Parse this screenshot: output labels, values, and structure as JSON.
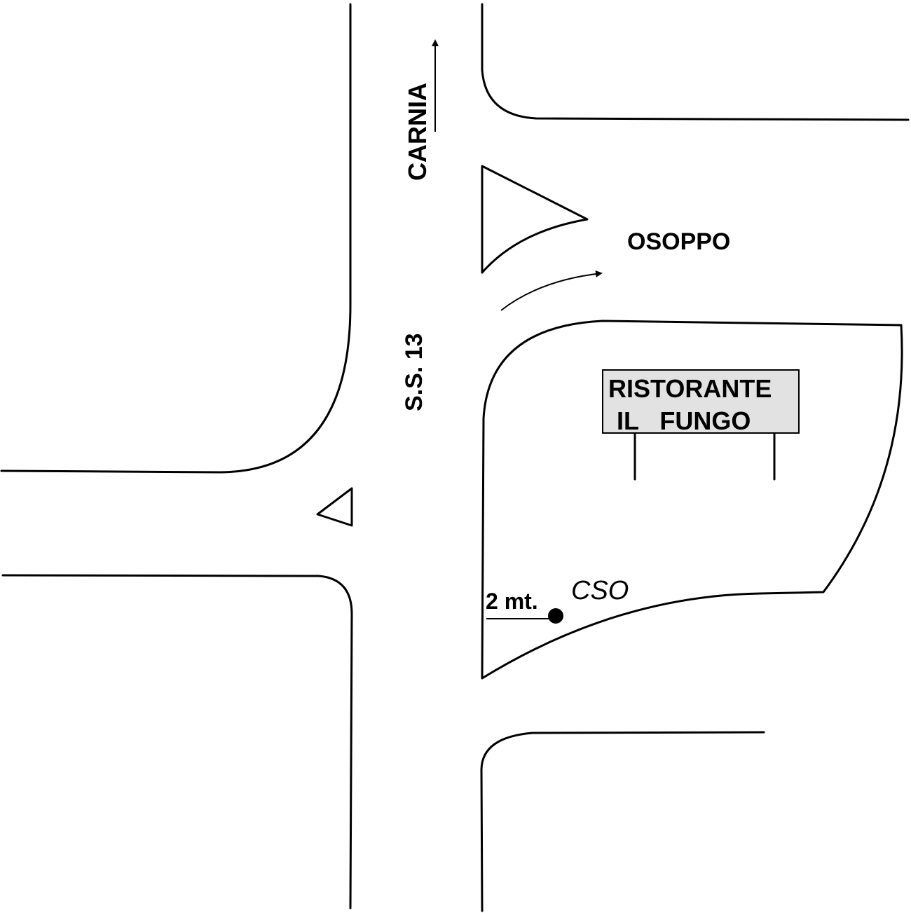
{
  "labels": {
    "carnia": "CARNIA",
    "osoppo": "OSOPPO",
    "road": "S.S. 13",
    "sign_line1": "RISTORANTE",
    "sign_line2": "IL   FUNGO",
    "distance": "2 mt.",
    "marker": "CSO"
  },
  "colors": {
    "ink": "#000000",
    "sign_fill": "#e2e2e2",
    "background": "#ffffff"
  }
}
